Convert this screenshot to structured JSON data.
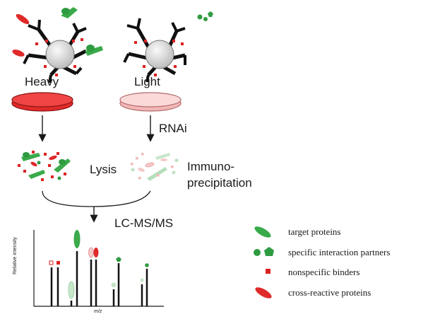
{
  "labels": {
    "heavy": "Heavy",
    "light": "Light",
    "rnai": "RNAi",
    "lysis": "Lysis",
    "immuno_line1": "Immuno-",
    "immuno_line2": "precipitation",
    "lcms": "LC-MS/MS",
    "y_axis": "Relative intensity",
    "x_axis": "m/z"
  },
  "legend": {
    "items": [
      {
        "label": "target proteins",
        "icon": "green-ellipse-icon"
      },
      {
        "label": "specific interaction partners",
        "icon": "green-circle-pentagon-icon"
      },
      {
        "label": "nonspecific binders",
        "icon": "red-square-icon"
      },
      {
        "label": "cross-reactive proteins",
        "icon": "red-ellipse-icon"
      }
    ]
  },
  "colors": {
    "target_green": "#3aaa4a",
    "partner_green": "#2e9b41",
    "heavy_red": "#e02a2a",
    "light_pink": "#f6c8c8",
    "bead_gray": "#d8d8d8"
  }
}
